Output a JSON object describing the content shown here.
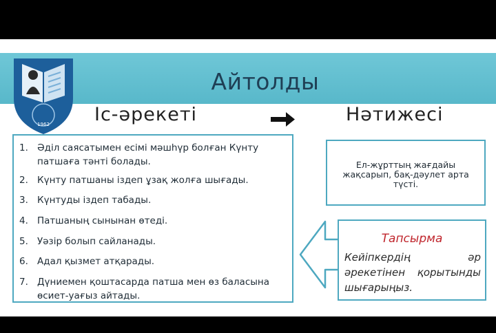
{
  "slide": {
    "title": "Айтолды",
    "logo": {
      "year": "1962"
    },
    "left_heading": "Іс-әрекеті",
    "right_heading": "Нәтижесі",
    "actions": [
      {
        "num": "1.",
        "text": "Әділ саясатымен есімі мәшһүр болған Күнту патшаға тәнті болады."
      },
      {
        "num": "2.",
        "text": "Күнту патшаны іздеп  ұзақ жолға шығады."
      },
      {
        "num": "3.",
        "text": "Күнтуды іздеп табады."
      },
      {
        "num": "4.",
        "text": "Патшаның сынынан өтеді."
      },
      {
        "num": "5.",
        "text": "Уәзір болып сайланады."
      },
      {
        "num": "6.",
        "text": "Адал қызмет атқарады."
      },
      {
        "num": "7.",
        "text": "Дүниемен қоштасарда патша мен өз баласына өсиет-уағыз айтады."
      }
    ],
    "result_text": "Ел-жұрттың жағдайы жақсарып, бақ-дәулет арта түсті.",
    "task": {
      "title": "Тапсырма",
      "text": "Кейіпкердің әр әрекетінен қорытынды шығарыңыз."
    }
  },
  "colors": {
    "title_bar": "#5fbdcf",
    "border": "#4da8c0",
    "task_title": "#c0262d",
    "logo_blue": "#1d5f9b"
  }
}
